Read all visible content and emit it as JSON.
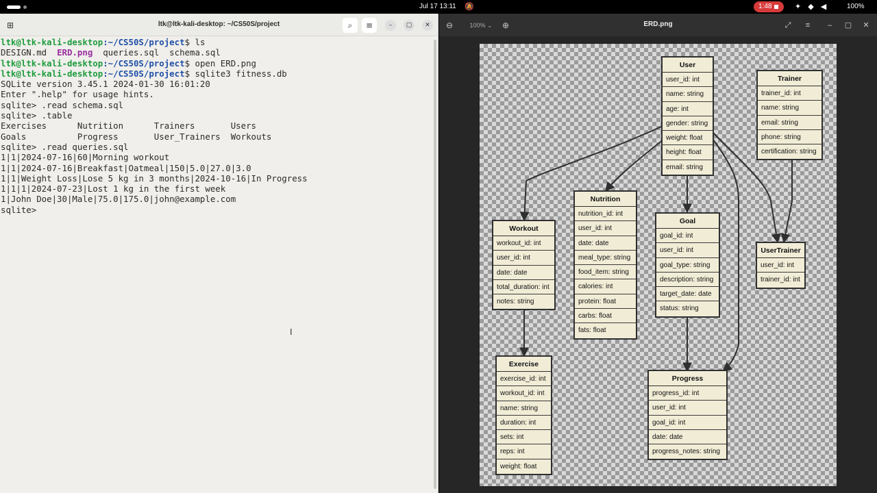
{
  "topbar": {
    "clock": "Jul 17  13:11",
    "rec": "1:48",
    "battery": "100%"
  },
  "terminal": {
    "title": "ltk@ltk-kali-desktop: ~/CS50S/project",
    "prompt_user": "ltk@ltk-kali-desktop",
    "prompt_path": ":~/CS50S/project",
    "lines": [
      {
        "kind": "prompt",
        "cmd": "ls"
      },
      {
        "kind": "ls",
        "a": "DESIGN.md  ",
        "png": "ERD.png",
        "b": "  queries.sql  schema.sql"
      },
      {
        "kind": "prompt",
        "cmd": "open ERD.png"
      },
      {
        "kind": "prompt",
        "cmd": "sqlite3 fitness.db"
      },
      {
        "kind": "text",
        "text": "SQLite version 3.45.1 2024-01-30 16:01:20"
      },
      {
        "kind": "text",
        "text": "Enter \".help\" for usage hints."
      },
      {
        "kind": "text",
        "text": "sqlite> .read schema.sql"
      },
      {
        "kind": "text",
        "text": "sqlite> .table"
      },
      {
        "kind": "text",
        "text": "Exercises      Nutrition      Trainers       Users"
      },
      {
        "kind": "text",
        "text": "Goals          Progress       User_Trainers  Workouts"
      },
      {
        "kind": "text",
        "text": "sqlite> .read queries.sql"
      },
      {
        "kind": "text",
        "text": "1|1|2024-07-16|60|Morning workout"
      },
      {
        "kind": "text",
        "text": "1|1|2024-07-16|Breakfast|Oatmeal|150|5.0|27.0|3.0"
      },
      {
        "kind": "text",
        "text": "1|1|Weight Loss|Lose 5 kg in 3 months|2024-10-16|In Progress"
      },
      {
        "kind": "text",
        "text": "1|1|1|2024-07-23|Lost 1 kg in the first week"
      },
      {
        "kind": "text",
        "text": "1|John Doe|30|Male|75.0|175.0|john@example.com"
      },
      {
        "kind": "text",
        "text": "sqlite> "
      }
    ]
  },
  "viewer": {
    "title": "ERD.png",
    "zoom": "100%",
    "entities": [
      {
        "name": "User",
        "fields": [
          "user_id: int",
          "name: string",
          "age: int",
          "gender: string",
          "weight: float",
          "height: float",
          "email: string"
        ]
      },
      {
        "name": "Trainer",
        "fields": [
          "trainer_id: int",
          "name: string",
          "email: string",
          "phone: string",
          "certification: string"
        ]
      },
      {
        "name": "Nutrition",
        "fields": [
          "nutrition_id: int",
          "user_id: int",
          "date: date",
          "meal_type: string",
          "food_item: string",
          "calories: int",
          "protein: float",
          "carbs: float",
          "fats: float"
        ]
      },
      {
        "name": "Workout",
        "fields": [
          "workout_id: int",
          "user_id: int",
          "date: date",
          "total_duration: int",
          "notes: string"
        ]
      },
      {
        "name": "Goal",
        "fields": [
          "goal_id: int",
          "user_id: int",
          "goal_type: string",
          "description: string",
          "target_date: date",
          "status: string"
        ]
      },
      {
        "name": "UserTrainer",
        "fields": [
          "user_id: int",
          "trainer_id: int"
        ]
      },
      {
        "name": "Exercise",
        "fields": [
          "exercise_id: int",
          "workout_id: int",
          "name: string",
          "duration: int",
          "sets: int",
          "reps: int",
          "weight: float"
        ]
      },
      {
        "name": "Progress",
        "fields": [
          "progress_id: int",
          "user_id: int",
          "goal_id: int",
          "date: date",
          "progress_notes: string"
        ]
      }
    ]
  }
}
